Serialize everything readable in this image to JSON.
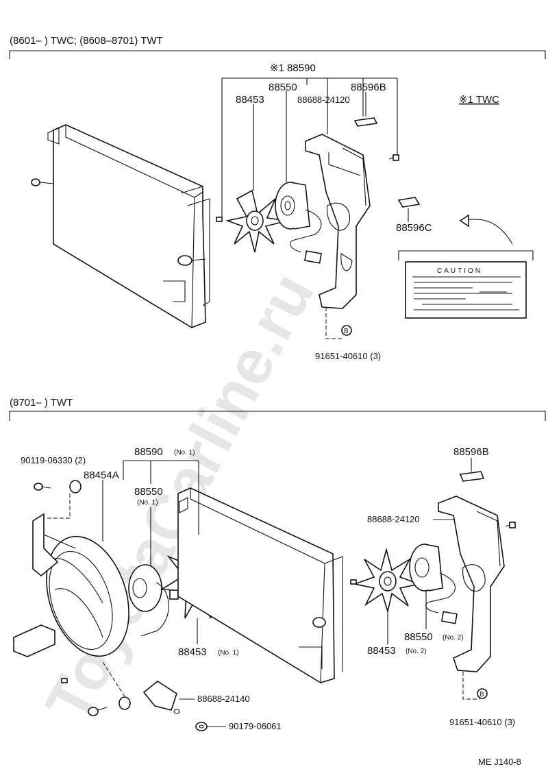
{
  "watermark": "ToyotaCarline.ru",
  "section1": {
    "header": "(8601–        ) TWC; (8608–8701) TWT",
    "assembly_label": "※1 88590",
    "labels": {
      "p88550": "88550",
      "p88596b": "88596B",
      "p88453": "88453",
      "p88688": "88688-24120",
      "twc_note": "※1 TWC",
      "p88596c": "88596C",
      "caution": "CAUTION",
      "bolt_marker": "B",
      "p91651": "91651-40610 (3)"
    }
  },
  "section2": {
    "header": "(8701–        ) TWT",
    "labels": {
      "p90119": "90119-06330 (2)",
      "p88590": "88590",
      "p88590_no": "(No. 1)",
      "p88454a": "88454A",
      "p88550_1": "88550",
      "p88550_1_no": "(No. 1)",
      "p88453_1": "88453",
      "p88453_1_no": "(No. 1)",
      "p88688_24140": "88688-24140",
      "p90179": "90179-06061",
      "p88596b": "88596B",
      "p88688_24120": "88688-24120",
      "p88550_2": "88550",
      "p88550_2_no": "(No. 2)",
      "p88453_2": "88453",
      "p88453_2_no": "(No. 2)",
      "bolt_marker": "B",
      "p91651": "91651-40610 (3)"
    }
  },
  "footer": "ME  J140-8"
}
